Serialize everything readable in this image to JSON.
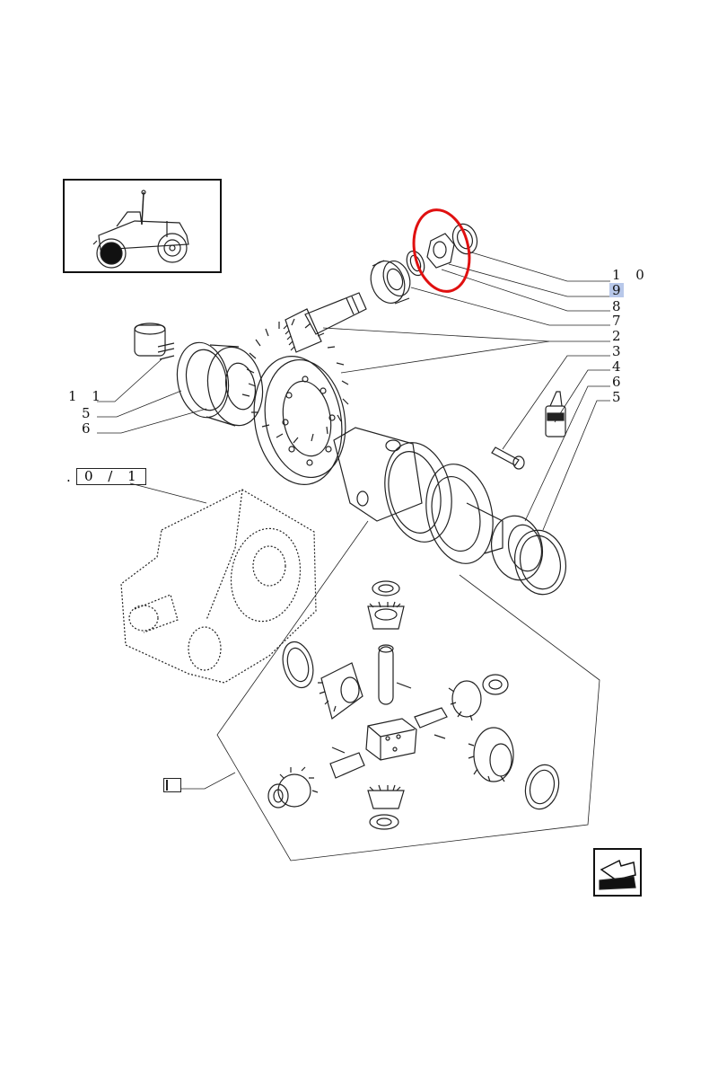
{
  "callouts": {
    "c10": "1 0",
    "c9": "9",
    "c8": "8",
    "c7": "7",
    "c2": "2",
    "c3": "3",
    "c4": "4",
    "c6r": "6",
    "c5r": "5",
    "c11": "1 1",
    "c5l": "5",
    "c6l": "6"
  },
  "reference": {
    "prefix": ".",
    "code": "0 / 1"
  },
  "highlight": {
    "item": "9",
    "color": "#b8c8ea",
    "circle_color": "#e01010"
  },
  "icons": {
    "thumbnail": "tractor-thumbnail-icon",
    "navigation": "back-arrow-icon"
  }
}
